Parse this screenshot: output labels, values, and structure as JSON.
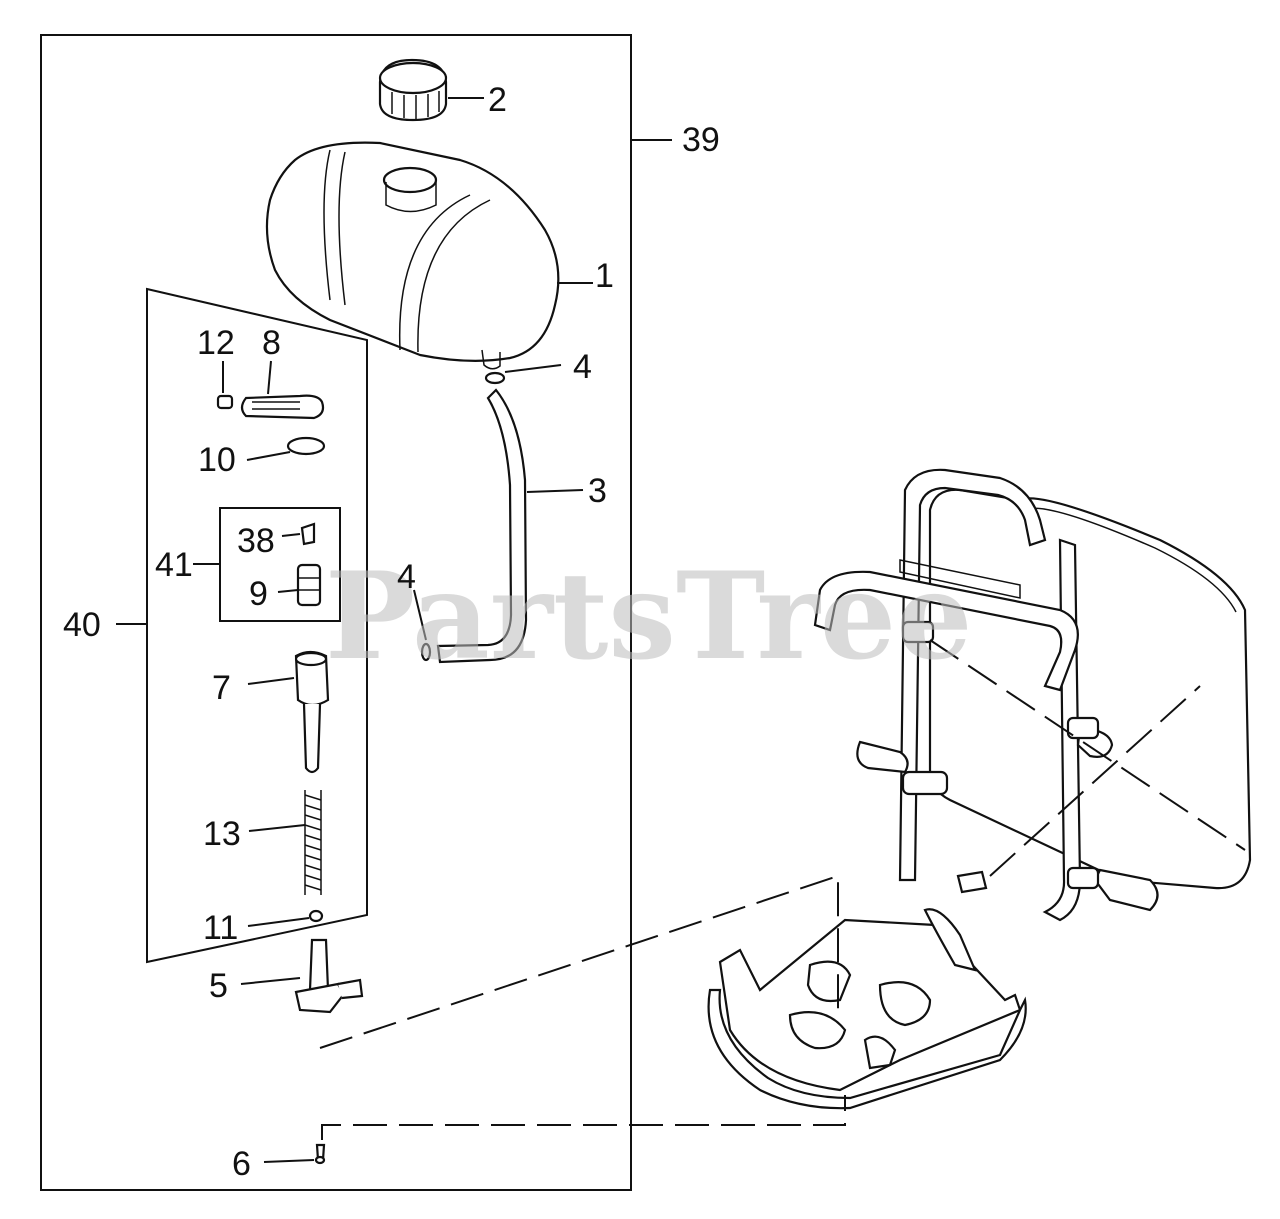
{
  "watermark": "PartsTree",
  "callouts": {
    "c1": "1",
    "c2": "2",
    "c3": "3",
    "c4a": "4",
    "c4b": "4",
    "c5": "5",
    "c6": "6",
    "c7": "7",
    "c8": "8",
    "c9": "9",
    "c10": "10",
    "c11": "11",
    "c12": "12",
    "c13": "13",
    "c38": "38",
    "c39": "39",
    "c40": "40",
    "c41": "41"
  }
}
